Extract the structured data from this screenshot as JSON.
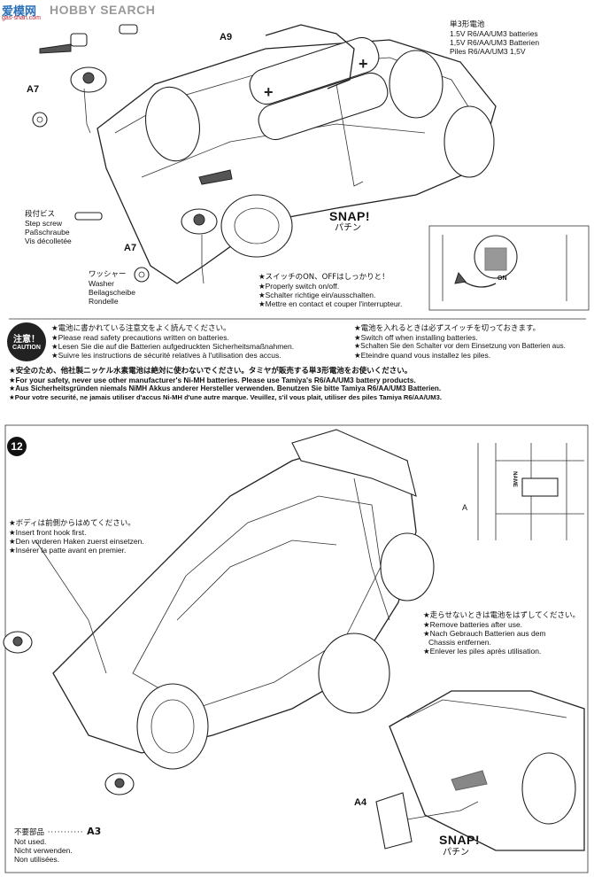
{
  "watermark": {
    "brand": "HOBBY SEARCH",
    "prefix": "爱模网",
    "site": "gas-shan.com"
  },
  "step11": {
    "part_a9": "A9",
    "part_a7_top": "A7",
    "part_a7_bottom": "A7",
    "battery_label": [
      "単3形電池",
      "1.5V R6/AA/UM3 batteries",
      "1,5V R6/AA/UM3 Batterien",
      "Piles R6/AA/UM3 1,5V"
    ],
    "step_screw_label": [
      "段付ビス",
      "Step screw",
      "Paßschraube",
      "Vis décolletée"
    ],
    "washer_label": [
      "ワッシャー",
      "Washer",
      "Beilagscheibe",
      "Rondelle"
    ],
    "snap": "SNAP!",
    "snap_ja": "パチン",
    "switch_on": "ON",
    "switch_note": [
      "★スイッチのON、OFFはしっかりと！",
      "★Properly switch on/off.",
      "★Schalter richtige ein/ausschalten.",
      "★Mettre en contact et couper l'interrupteur."
    ]
  },
  "caution": {
    "badge_ja": "注意！",
    "badge_en": "CAUTION",
    "left": [
      "★電池に書かれている注意文をよく読んでください。",
      "★Please read safety precautions written on batteries.",
      "★Lesen Sie die auf die Batterien aufgedruckten Sicherheitsmaßnahmen.",
      "★Suivre les instructions de sécurité relatives à l'utilisation des accus."
    ],
    "right": [
      "★電池を入れるときは必ずスイッチを切っておきます。",
      "★Switch off when installing batteries.",
      "★Schalten Sie den Schalter vor dem Einsetzung von Batterien aus.",
      "★Eteindre quand vous installez les piles."
    ],
    "bold": [
      "★安全のため、他社製ニッケル水素電池は絶対に使わないでください。タミヤが販売する単3形電池をお使いください。",
      "★For your safety, never use other manufacturer's Ni-MH batteries. Please use Tamiya's R6/AA/UM3 battery products.",
      "★Aus Sicherheitsgründen niemals NiMH Akkus anderer Hersteller verwenden. Benutzen Sie bitte Tamiya R6/AA/UM3 Batterien.",
      "★Pour votre securité, ne jamais utiliser d'accus Ni-MH d'une autre marque. Veuillez, s'il vous plait, utiliser des piles Tamiya R6/AA/UM3."
    ]
  },
  "step12": {
    "number": "12",
    "front_hook": [
      "★ボディは前側からはめてください。",
      "★Insert front hook first.",
      "★Den vorderen Haken zuerst einsetzen.",
      "★Insérer la patte avant en premier."
    ],
    "remove_batt": [
      "★走らせないときは電池をはずしてください。",
      "★Remove batteries after use.",
      "★Nach Gebrauch Batterien aus dem",
      "Chassis entfernen.",
      "★Enlever les piles après utilisation."
    ],
    "inset_label_a": "A",
    "inset_name": "NAME",
    "part_a4": "A4",
    "snap": "SNAP!",
    "snap_ja": "パチン",
    "not_used_part": "A3",
    "not_used": [
      "不要部品",
      "Not used.",
      "Nicht verwenden.",
      "Non utilisées."
    ]
  }
}
